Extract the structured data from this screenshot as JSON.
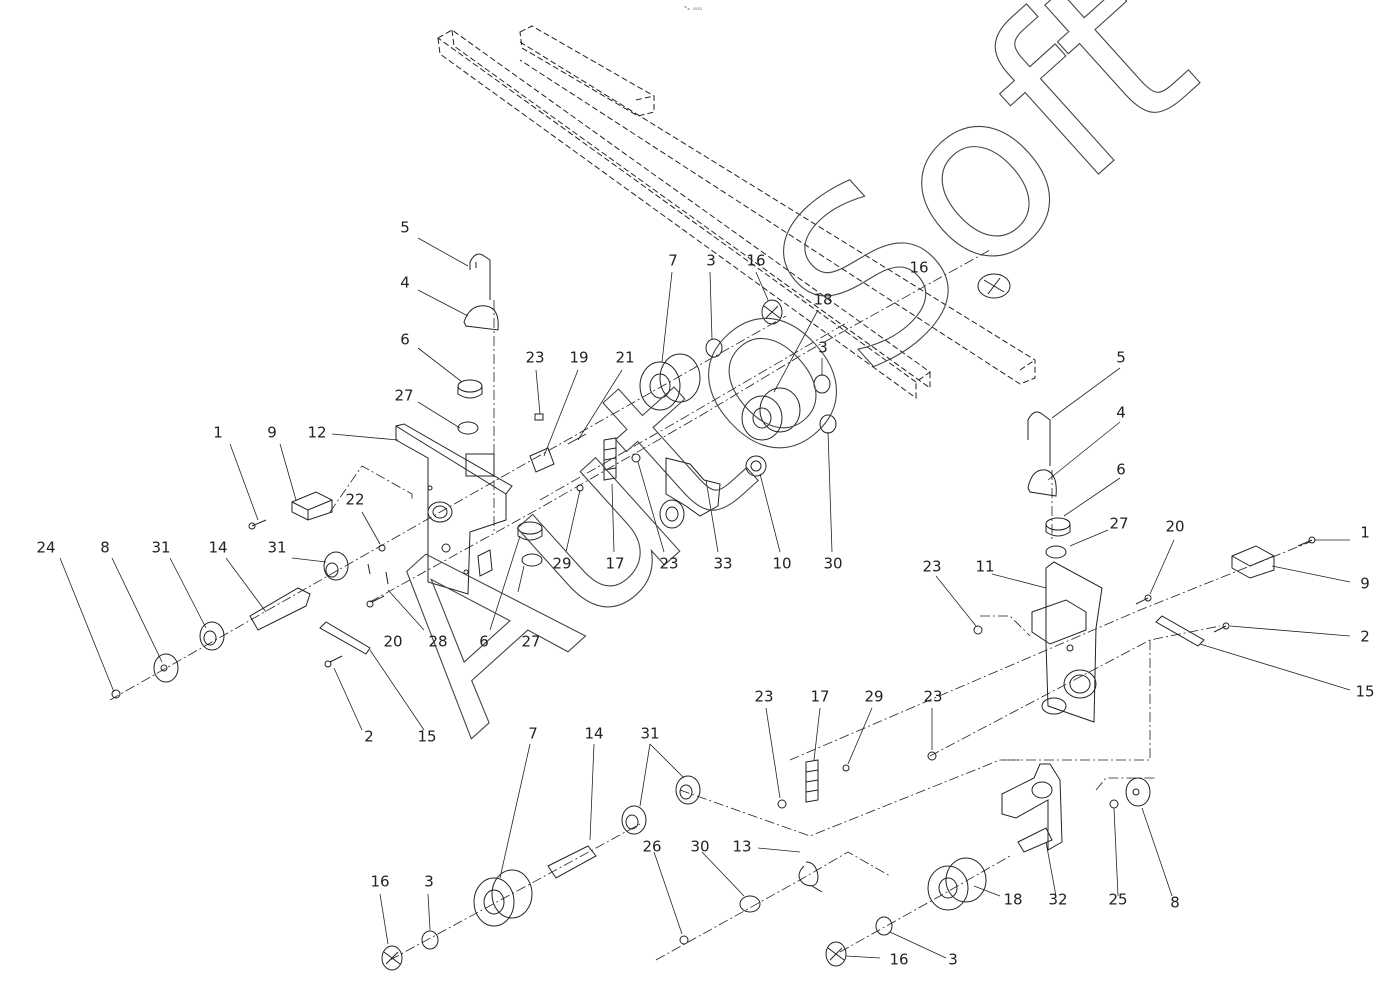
{
  "header": {
    "code": "⁰₀ ▫▫▫"
  },
  "watermark": {
    "text": "AutoSoft"
  },
  "labels": [
    {
      "id": "l5a",
      "text": "5"
    },
    {
      "id": "l4a",
      "text": "4"
    },
    {
      "id": "l6a",
      "text": "6"
    },
    {
      "id": "l27a",
      "text": "27"
    },
    {
      "id": "l12",
      "text": "12"
    },
    {
      "id": "l1a",
      "text": "1"
    },
    {
      "id": "l9a",
      "text": "9"
    },
    {
      "id": "l22",
      "text": "22"
    },
    {
      "id": "l24",
      "text": "24"
    },
    {
      "id": "l8a",
      "text": "8"
    },
    {
      "id": "l31a",
      "text": "31"
    },
    {
      "id": "l14a",
      "text": "14"
    },
    {
      "id": "l31b",
      "text": "31"
    },
    {
      "id": "l20a",
      "text": "20"
    },
    {
      "id": "l28",
      "text": "28"
    },
    {
      "id": "l6b",
      "text": "6"
    },
    {
      "id": "l27b",
      "text": "27"
    },
    {
      "id": "l2a",
      "text": "2"
    },
    {
      "id": "l15a",
      "text": "15"
    },
    {
      "id": "l23a",
      "text": "23"
    },
    {
      "id": "l19",
      "text": "19"
    },
    {
      "id": "l21",
      "text": "21"
    },
    {
      "id": "l7a",
      "text": "7"
    },
    {
      "id": "l3a",
      "text": "3"
    },
    {
      "id": "l16a",
      "text": "16"
    },
    {
      "id": "l18a",
      "text": "18"
    },
    {
      "id": "l3b",
      "text": "3"
    },
    {
      "id": "l16b",
      "text": "16"
    },
    {
      "id": "l29a",
      "text": "29"
    },
    {
      "id": "l17a",
      "text": "17"
    },
    {
      "id": "l23b",
      "text": "23"
    },
    {
      "id": "l33",
      "text": "33"
    },
    {
      "id": "l10",
      "text": "10"
    },
    {
      "id": "l30a",
      "text": "30"
    },
    {
      "id": "l5b",
      "text": "5"
    },
    {
      "id": "l4b",
      "text": "4"
    },
    {
      "id": "l6c",
      "text": "6"
    },
    {
      "id": "l27c",
      "text": "27"
    },
    {
      "id": "l20b",
      "text": "20"
    },
    {
      "id": "l1b",
      "text": "1"
    },
    {
      "id": "l9b",
      "text": "9"
    },
    {
      "id": "l23c",
      "text": "23"
    },
    {
      "id": "l11",
      "text": "11"
    },
    {
      "id": "l2b",
      "text": "2"
    },
    {
      "id": "l15b",
      "text": "15"
    },
    {
      "id": "l23d",
      "text": "23"
    },
    {
      "id": "l17b",
      "text": "17"
    },
    {
      "id": "l29b",
      "text": "29"
    },
    {
      "id": "l23e",
      "text": "23"
    },
    {
      "id": "l7b",
      "text": "7"
    },
    {
      "id": "l14b",
      "text": "14"
    },
    {
      "id": "l31c",
      "text": "31"
    },
    {
      "id": "l26",
      "text": "26"
    },
    {
      "id": "l30b",
      "text": "30"
    },
    {
      "id": "l13",
      "text": "13"
    },
    {
      "id": "l16c",
      "text": "16"
    },
    {
      "id": "l3c",
      "text": "3"
    },
    {
      "id": "l18b",
      "text": "18"
    },
    {
      "id": "l32",
      "text": "32"
    },
    {
      "id": "l25",
      "text": "25"
    },
    {
      "id": "l8b",
      "text": "8"
    },
    {
      "id": "l16d",
      "text": "16"
    },
    {
      "id": "l3d",
      "text": "3"
    }
  ]
}
